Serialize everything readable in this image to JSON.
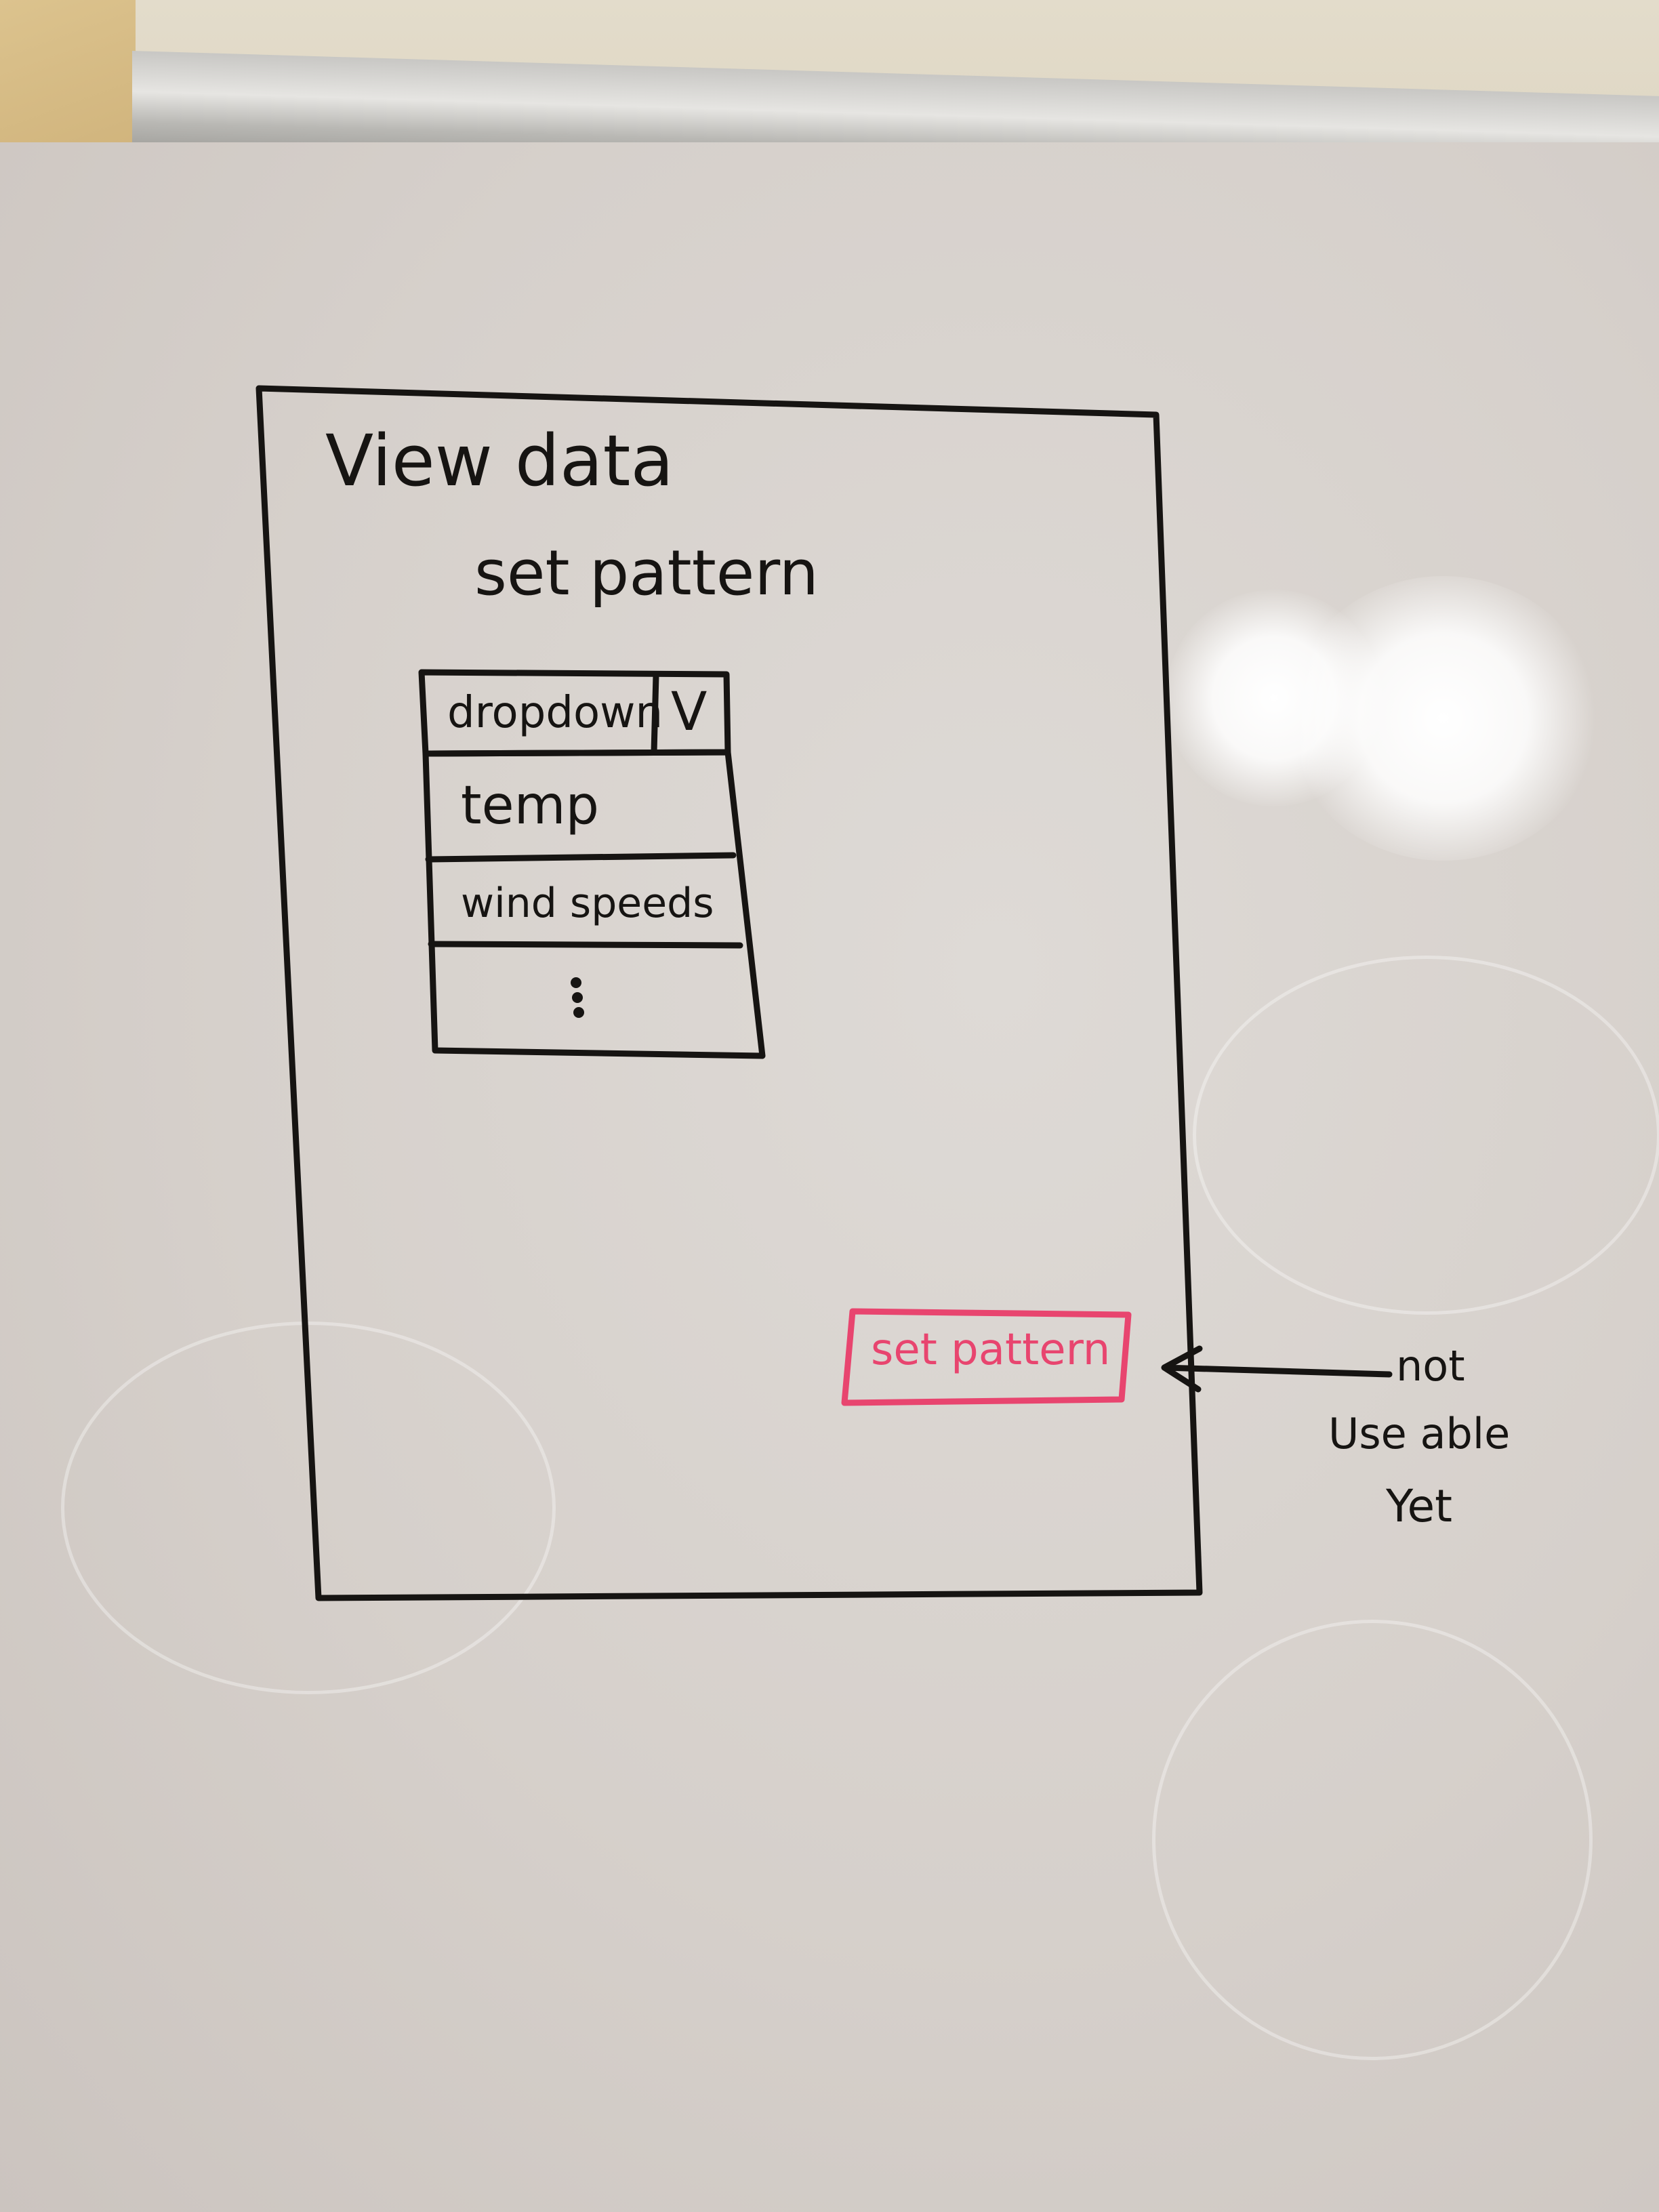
{
  "sketch": {
    "title": "View data",
    "subtitle": "set pattern",
    "dropdown": {
      "label": "dropdown",
      "arrow": "V",
      "options": [
        "temp",
        "wind speeds",
        "⋮"
      ]
    },
    "button_label": "set pattern",
    "annotation": [
      "not",
      "Use able",
      "Yet"
    ]
  },
  "colors": {
    "ink_black": "#161412",
    "ink_pink": "#e8456f",
    "board": "#d9d3ce"
  }
}
